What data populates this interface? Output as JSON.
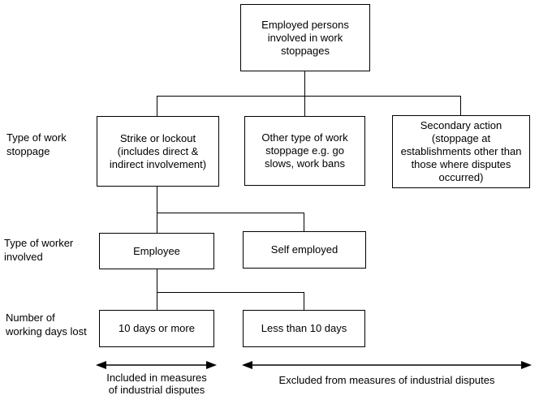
{
  "colors": {
    "line": "#000000",
    "text": "#000000",
    "background": "#ffffff"
  },
  "boxes": {
    "root": {
      "label": "Employed persons involved in work stoppages"
    },
    "strike": {
      "label": "Strike or lockout (includes direct & indirect involvement)"
    },
    "other": {
      "label": "Other type of work stoppage e.g. go slows, work bans"
    },
    "secondary": {
      "label": "Secondary action (stoppage at establishments other than those where disputes occurred)"
    },
    "employee": {
      "label": "Employee"
    },
    "self_employed": {
      "label": "Self employed"
    },
    "ten_days_or_more": {
      "label": "10 days or more"
    },
    "less_than_ten_days": {
      "label": "Less than 10 days"
    }
  },
  "row_labels": {
    "work_stoppage": {
      "line1": "Type of work",
      "line2": "stoppage"
    },
    "worker_involved": {
      "line1": "Type of worker",
      "line2": "involved"
    },
    "days_lost": {
      "line1": "Number of",
      "line2": "working days lost"
    }
  },
  "legend": {
    "included": {
      "line1": "Included in measures",
      "line2": "of industrial disputes"
    },
    "excluded": {
      "line1": "Excluded from measures of industrial disputes"
    }
  }
}
